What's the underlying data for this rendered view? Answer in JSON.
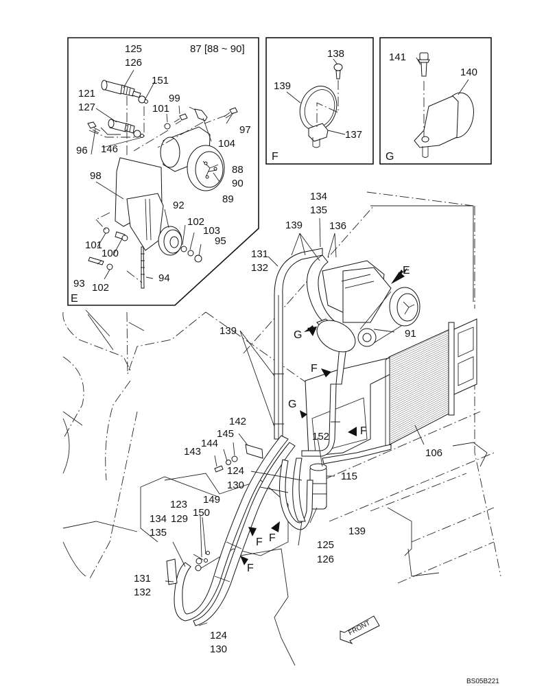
{
  "diagram": {
    "title": "Air conditioner piping / compressor installation parts diagram",
    "drawing_code": "BS05B221",
    "front_indicator": "FRONT",
    "detail_views": [
      {
        "id": "E",
        "label": "E",
        "assembly_note": "87 [88 ~ 90]",
        "callouts": [
          "125",
          "126",
          "151",
          "121",
          "127",
          "101",
          "99",
          "97",
          "96",
          "146",
          "104",
          "88",
          "90",
          "89",
          "98",
          "92",
          "102",
          "103",
          "95",
          "101",
          "100",
          "93",
          "102",
          "94"
        ]
      },
      {
        "id": "F",
        "label": "F",
        "callouts": [
          "138",
          "139",
          "137"
        ]
      },
      {
        "id": "G",
        "label": "G",
        "callouts": [
          "141",
          "140"
        ]
      }
    ],
    "main_view": {
      "callouts": [
        "134",
        "135",
        "139",
        "136",
        "131",
        "132",
        "139",
        "91",
        "142",
        "145",
        "144",
        "143",
        "124",
        "130",
        "152",
        "115",
        "106",
        "123",
        "134",
        "129",
        "135",
        "149",
        "150",
        "125",
        "126",
        "139",
        "131",
        "132",
        "124",
        "130"
      ],
      "view_arrows": [
        "E",
        "G",
        "F",
        "G",
        "F",
        "F",
        "F",
        "F"
      ]
    }
  },
  "labels": {
    "e_note": "87 [88 ~ 90]",
    "e_125": "125",
    "e_126": "126",
    "e_151": "151",
    "e_121": "121",
    "e_127": "127",
    "e_101a": "101",
    "e_99": "99",
    "e_97": "97",
    "e_96": "96",
    "e_146": "146",
    "e_104": "104",
    "e_88": "88",
    "e_90": "90",
    "e_89": "89",
    "e_98": "98",
    "e_92": "92",
    "e_102a": "102",
    "e_103": "103",
    "e_95": "95",
    "e_101b": "101",
    "e_100": "100",
    "e_93": "93",
    "e_102b": "102",
    "e_94": "94",
    "e_view": "E",
    "f_138": "138",
    "f_139": "139",
    "f_137": "137",
    "f_view": "F",
    "g_141": "141",
    "g_140": "140",
    "g_view": "G",
    "m_134a": "134",
    "m_135a": "135",
    "m_139a": "139",
    "m_136": "136",
    "m_131a": "131",
    "m_132a": "132",
    "m_139b": "139",
    "m_91": "91",
    "m_142": "142",
    "m_145": "145",
    "m_144": "144",
    "m_143": "143",
    "m_124a": "124",
    "m_130a": "130",
    "m_152": "152",
    "m_115": "115",
    "m_106": "106",
    "m_123": "123",
    "m_134b": "134",
    "m_129": "129",
    "m_135b": "135",
    "m_149": "149",
    "m_150": "150",
    "m_125": "125",
    "m_126": "126",
    "m_139c": "139",
    "m_131b": "131",
    "m_132b": "132",
    "m_124b": "124",
    "m_130b": "130",
    "arrow_E": "E",
    "arrow_G1": "G",
    "arrow_F1": "F",
    "arrow_G2": "G",
    "arrow_F2": "F",
    "arrow_F3": "F",
    "arrow_F4": "F",
    "arrow_F5": "F",
    "front": "FRONT",
    "code": "BS05B221"
  }
}
